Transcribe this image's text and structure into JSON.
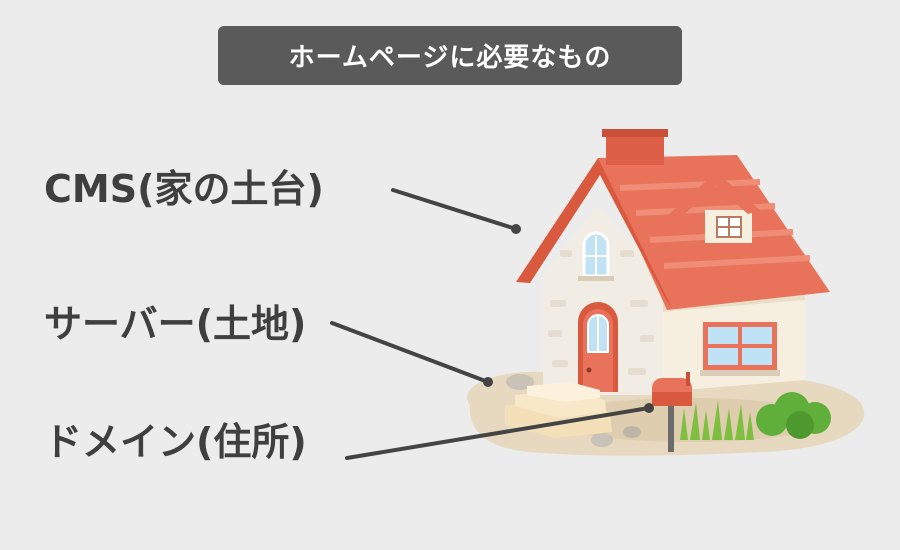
{
  "title": "ホームページに必要なもの",
  "labels": {
    "cms": "CMS(家の土台)",
    "server": "サーバー(土地)",
    "domain": "ドメイン(住所)"
  },
  "colors": {
    "background": "#ececec",
    "title_bg": "#5a5a5a",
    "title_text": "#ffffff",
    "label_text": "#3f3f3f",
    "connector": "#444444",
    "roof": "#e8735a",
    "wall": "#f2ede4"
  }
}
